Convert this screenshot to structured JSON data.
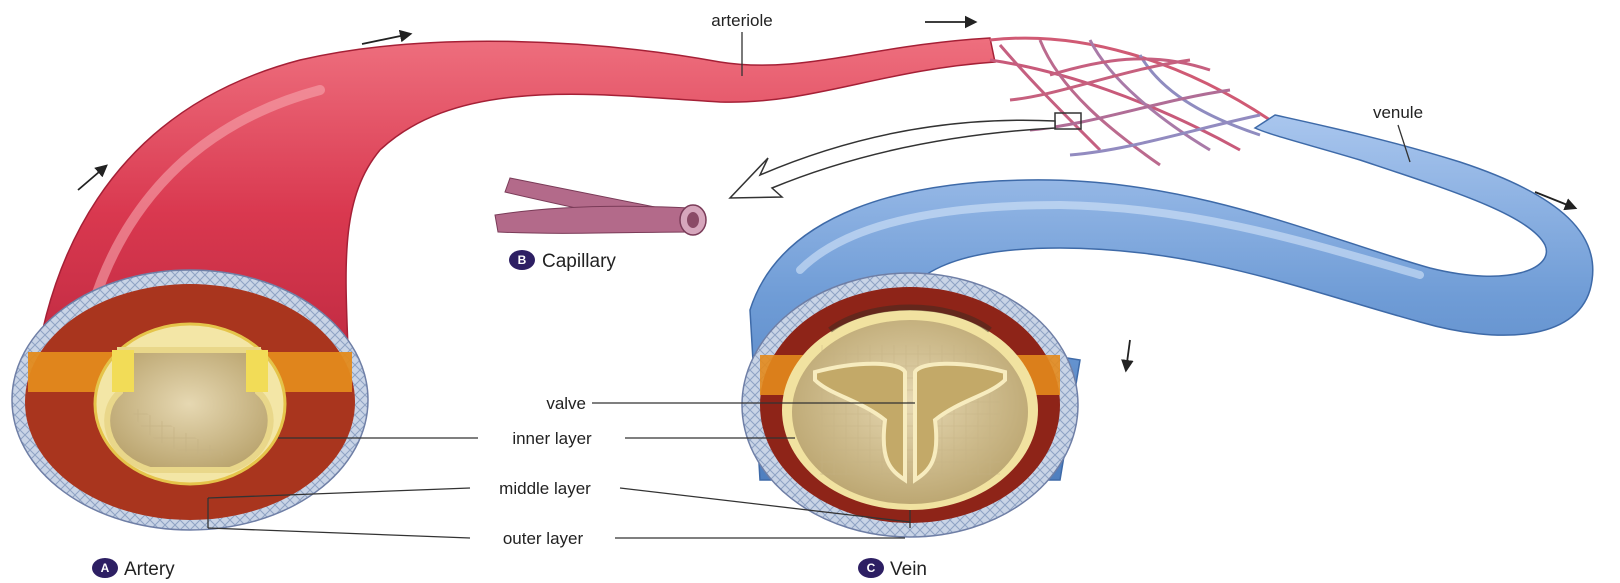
{
  "labels": {
    "arteriole": "arteriole",
    "venule": "venule",
    "valve": "valve",
    "inner_layer": "inner layer",
    "middle_layer": "middle layer",
    "outer_layer": "outer layer"
  },
  "captions": {
    "artery": {
      "letter": "A",
      "text": "Artery"
    },
    "capillary": {
      "letter": "B",
      "text": "Capillary"
    },
    "vein": {
      "letter": "C",
      "text": "Vein"
    }
  },
  "colors": {
    "artery": "#d9384f",
    "artery_light": "#f07a86",
    "vein": "#6f9cd6",
    "vein_light": "#b9d2f0",
    "capillary": "#b36a8a",
    "muscle": "#a9351e",
    "lumen": "#d8c79c",
    "badge": "#2d1f63"
  }
}
